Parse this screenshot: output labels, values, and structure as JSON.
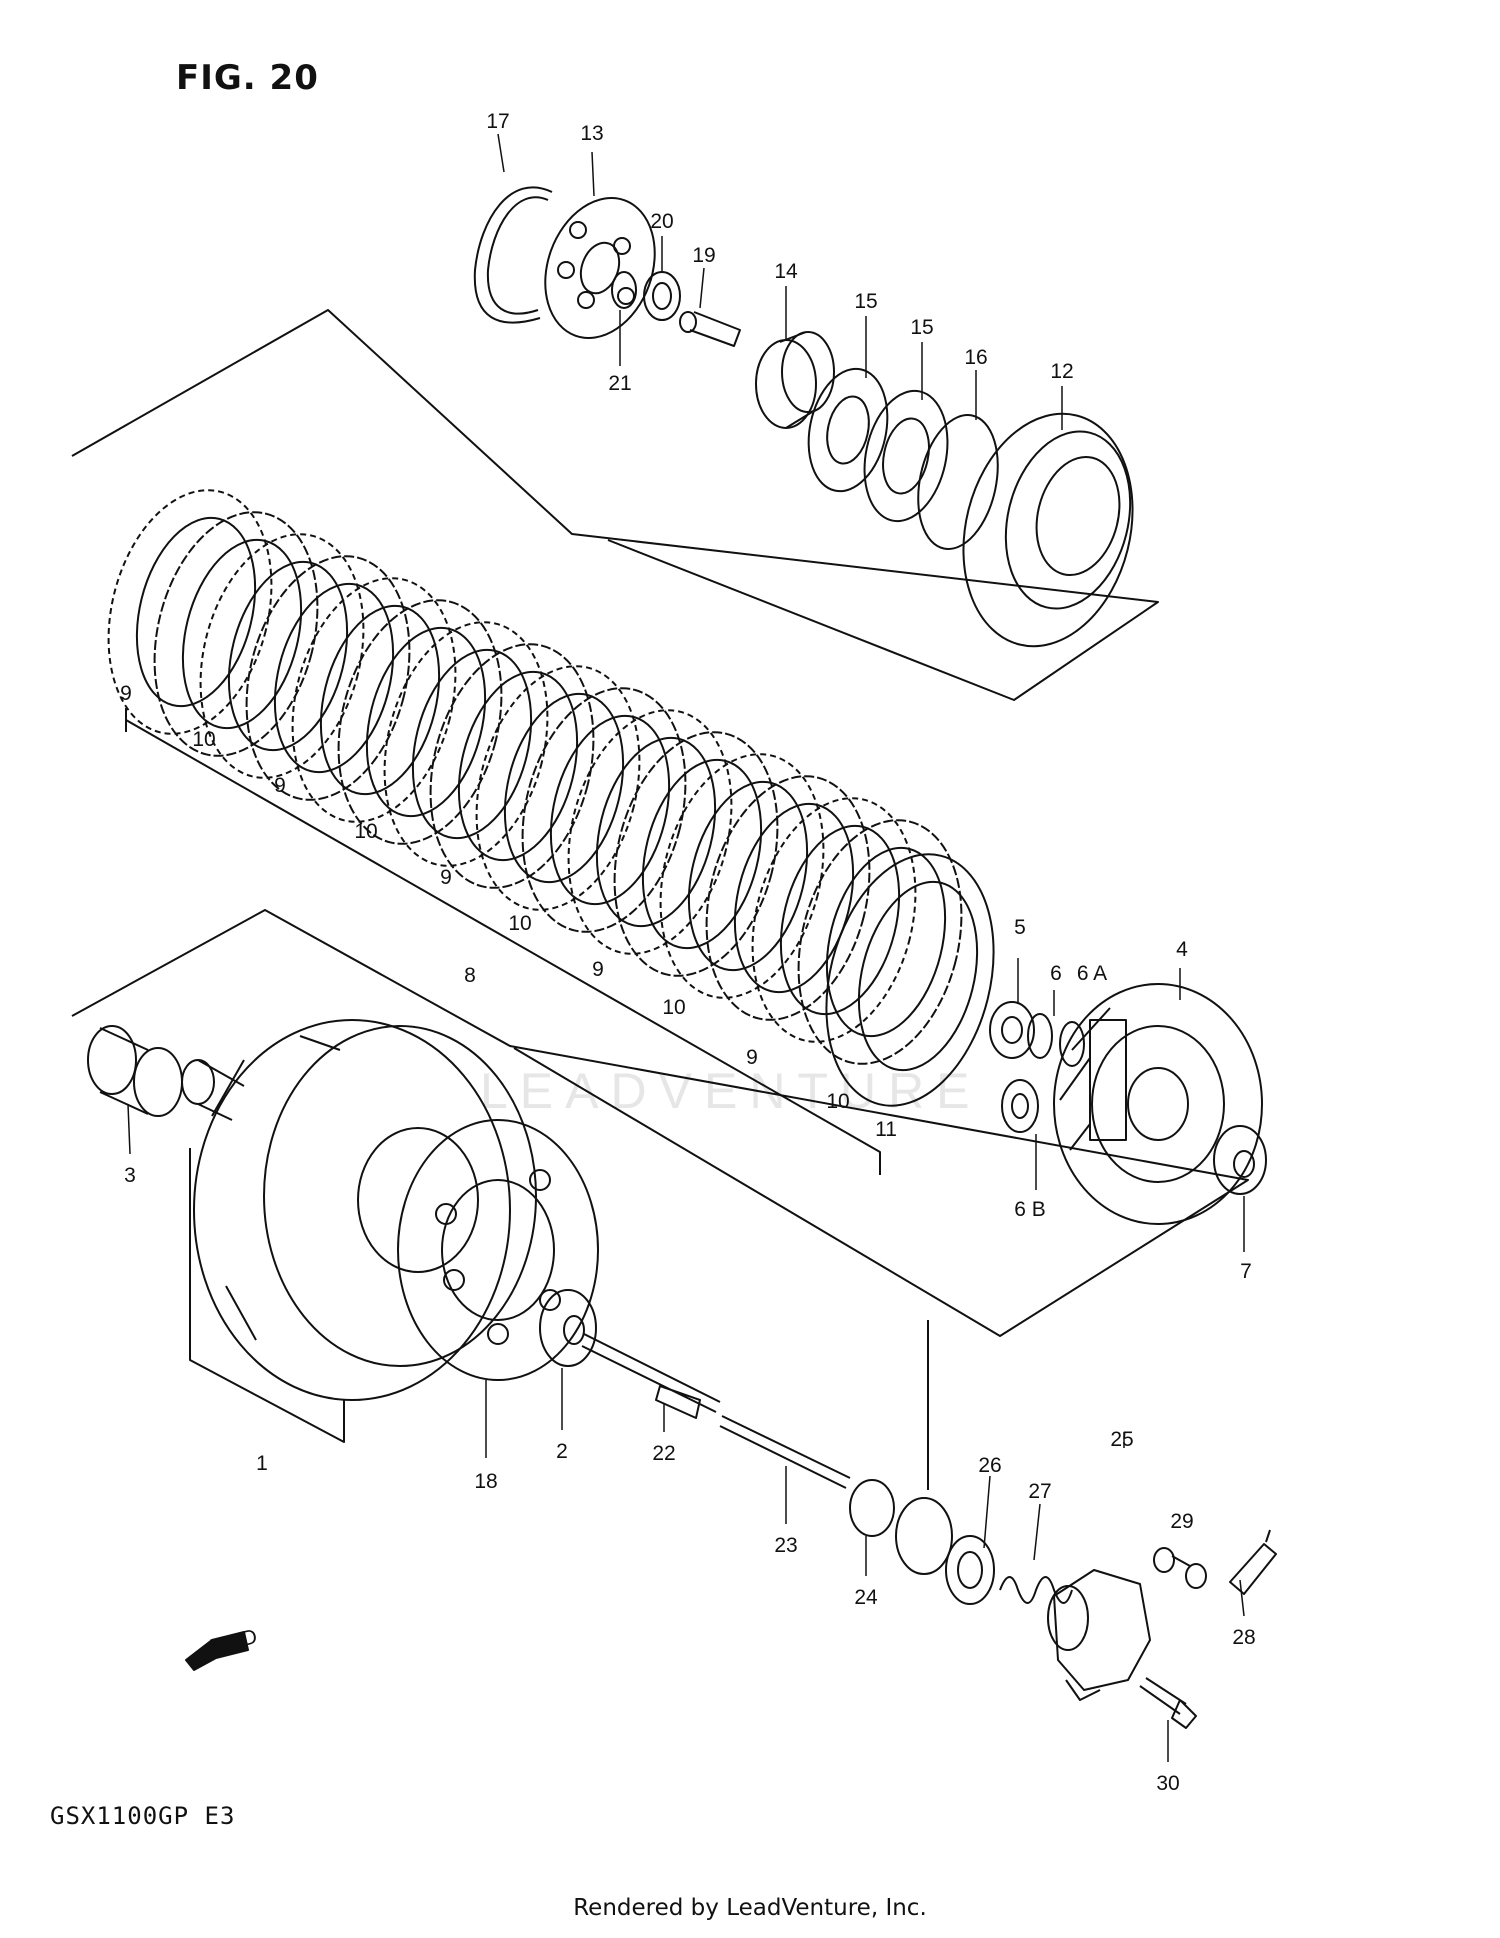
{
  "figure": {
    "title": "FIG. 20",
    "model_code": "GSX1100GP  E3",
    "footer": "Rendered by LeadVenture, Inc.",
    "watermark": "LEADVENTURE",
    "direction_label": "FWD"
  },
  "callouts": [
    {
      "id": "c17",
      "label": "17"
    },
    {
      "id": "c13",
      "label": "13"
    },
    {
      "id": "c20",
      "label": "20"
    },
    {
      "id": "c19",
      "label": "19"
    },
    {
      "id": "c21",
      "label": "21"
    },
    {
      "id": "c14",
      "label": "14"
    },
    {
      "id": "c15a",
      "label": "15"
    },
    {
      "id": "c15b",
      "label": "15"
    },
    {
      "id": "c16",
      "label": "16"
    },
    {
      "id": "c12",
      "label": "12"
    },
    {
      "id": "c9a",
      "label": "9"
    },
    {
      "id": "c10a",
      "label": "10"
    },
    {
      "id": "c9b",
      "label": "9"
    },
    {
      "id": "c10b",
      "label": "10"
    },
    {
      "id": "c9c",
      "label": "9"
    },
    {
      "id": "c10c",
      "label": "10"
    },
    {
      "id": "c9d",
      "label": "9"
    },
    {
      "id": "c10d",
      "label": "10"
    },
    {
      "id": "c9e",
      "label": "9"
    },
    {
      "id": "c10e",
      "label": "10"
    },
    {
      "id": "c8",
      "label": "8"
    },
    {
      "id": "c11",
      "label": "11"
    },
    {
      "id": "c5",
      "label": "5"
    },
    {
      "id": "c6",
      "label": "6"
    },
    {
      "id": "c6a",
      "label": "6 A"
    },
    {
      "id": "c4",
      "label": "4"
    },
    {
      "id": "c6b",
      "label": "6 B"
    },
    {
      "id": "c7",
      "label": "7"
    },
    {
      "id": "c3",
      "label": "3"
    },
    {
      "id": "c1",
      "label": "1"
    },
    {
      "id": "c18",
      "label": "18"
    },
    {
      "id": "c2",
      "label": "2"
    },
    {
      "id": "c22",
      "label": "22"
    },
    {
      "id": "c23",
      "label": "23"
    },
    {
      "id": "c24",
      "label": "24"
    },
    {
      "id": "c25",
      "label": "25"
    },
    {
      "id": "c26",
      "label": "26"
    },
    {
      "id": "c27",
      "label": "27"
    },
    {
      "id": "c29",
      "label": "29"
    },
    {
      "id": "c28",
      "label": "28"
    },
    {
      "id": "c30",
      "label": "30"
    }
  ]
}
